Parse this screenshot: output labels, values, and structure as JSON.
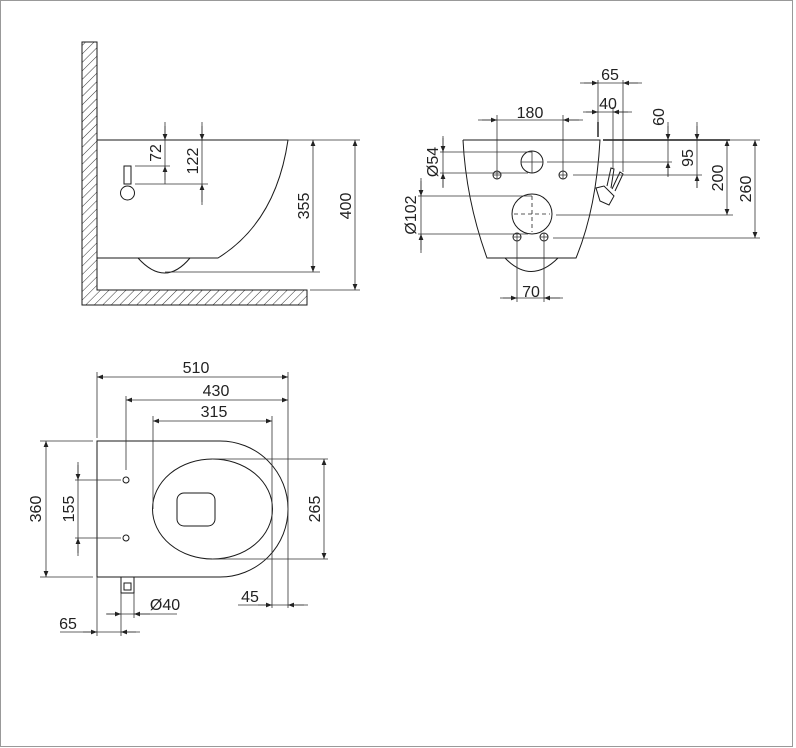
{
  "drawing": {
    "side_view": {
      "dims": {
        "d72": "72",
        "d122": "122",
        "d355": "355",
        "d400": "400"
      }
    },
    "front_view": {
      "dims": {
        "d180": "180",
        "d65": "65",
        "d40": "40",
        "d60": "60",
        "d95": "95",
        "d200": "200",
        "d260": "260",
        "d54": "Ø54",
        "d102": "Ø102",
        "d70": "70"
      }
    },
    "top_view": {
      "dims": {
        "d510": "510",
        "d430": "430",
        "d315": "315",
        "d360": "360",
        "d155": "155",
        "d265": "265",
        "d45": "45",
        "d40": "Ø40",
        "d65": "65"
      }
    },
    "colors": {
      "line": "#1a1a1a",
      "text": "#222222",
      "frame": "#999999"
    }
  }
}
